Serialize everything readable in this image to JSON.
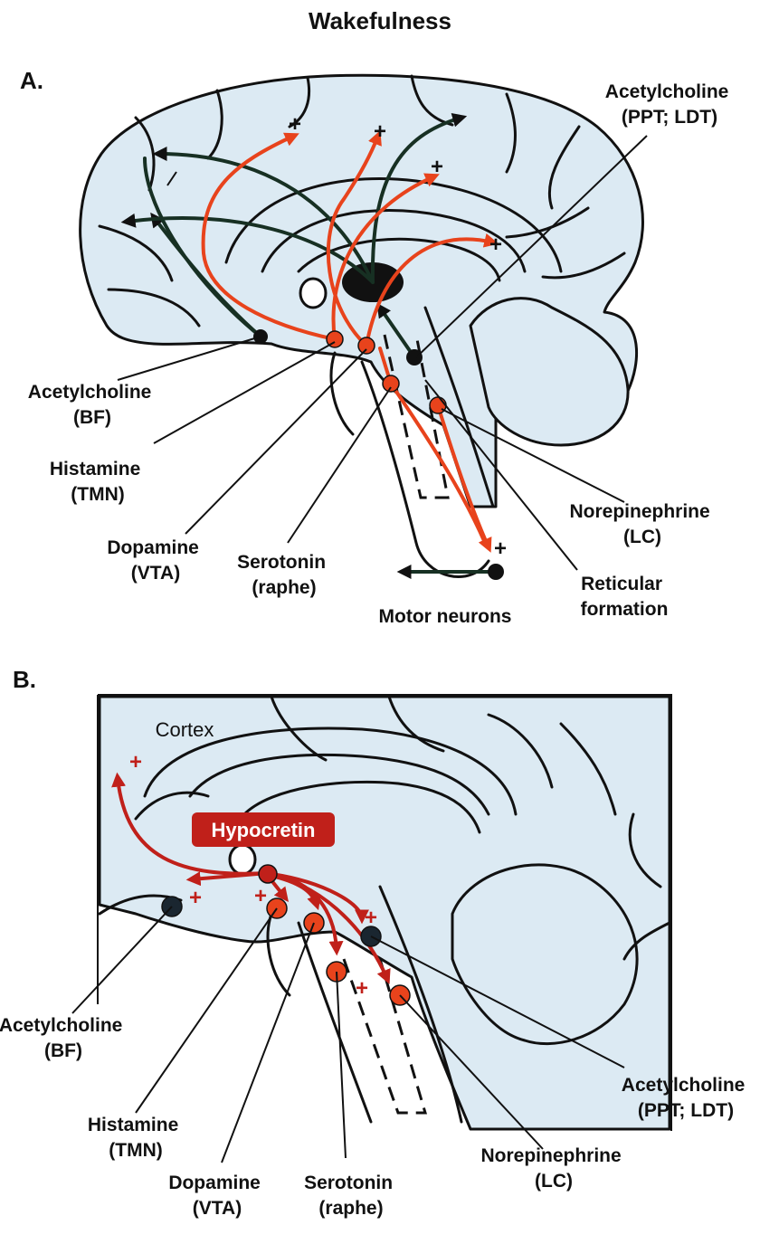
{
  "title": "Wakefulness",
  "colors": {
    "red": "#e8431c",
    "dark_red": "#c0201a",
    "brain_fill": "#dceaf3",
    "dark": "#111111"
  },
  "panel_a": {
    "label": "A.",
    "acetylcholine_ppt_ldt": [
      "Acetylcholine",
      "(PPT; LDT)"
    ],
    "acetylcholine_bf": [
      "Acetylcholine",
      "(BF)"
    ],
    "histamine": [
      "Histamine",
      "(TMN)"
    ],
    "dopamine": [
      "Dopamine",
      "(VTA)"
    ],
    "serotonin": [
      "Serotonin",
      "(raphe)"
    ],
    "norepinephrine": [
      "Norepinephrine",
      "(LC)"
    ],
    "reticular": [
      "Reticular",
      "formation"
    ],
    "motor_neurons": "Motor neurons",
    "plus": "+"
  },
  "panel_b": {
    "label": "B.",
    "cortex": "Cortex",
    "hypocretin": "Hypocretin",
    "acetylcholine_bf": [
      "Acetylcholine",
      "(BF)"
    ],
    "histamine": [
      "Histamine",
      "(TMN)"
    ],
    "dopamine": [
      "Dopamine",
      "(VTA)"
    ],
    "serotonin": [
      "Serotonin",
      "(raphe)"
    ],
    "norepinephrine": [
      "Norepinephrine",
      "(LC)"
    ],
    "acetylcholine_ppt_ldt": [
      "Acetylcholine",
      "(PPT; LDT)"
    ],
    "plus": "+"
  }
}
